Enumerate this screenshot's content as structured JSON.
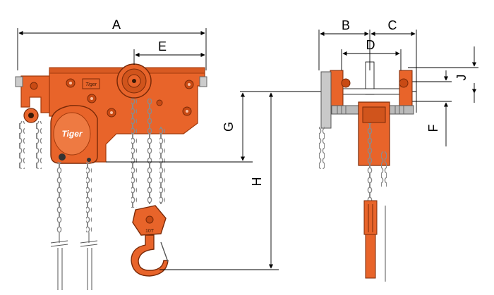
{
  "colors": {
    "body_orange": "#e8642a",
    "dark_orange": "#c84a14",
    "chain_grey": "#8a8a8a",
    "line_black": "#000000"
  },
  "labels": {
    "A": "A",
    "B": "B",
    "C": "C",
    "D": "D",
    "E": "E",
    "F": "F",
    "G": "G",
    "H": "H",
    "J": "J"
  },
  "brand": {
    "plate_text": "Tiger",
    "block_text": "Tiger",
    "hook_text": "10T"
  }
}
